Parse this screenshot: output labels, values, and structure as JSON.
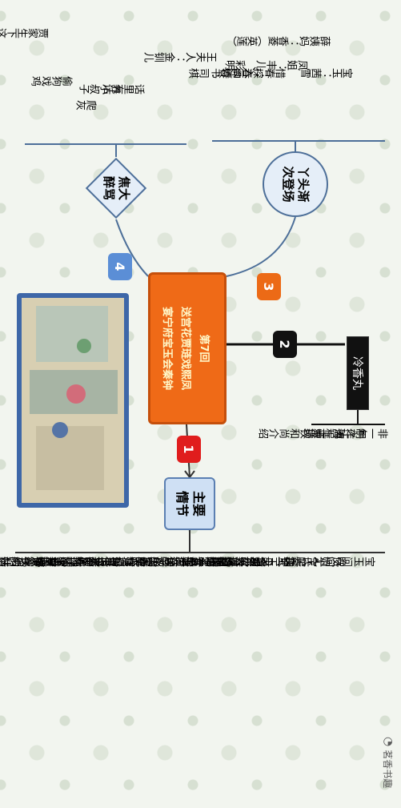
{
  "center": {
    "line1": "第7回",
    "line2": "送宫花贾琏戏熙凤",
    "line3": "宴宁府宝玉会秦钟"
  },
  "badges": [
    "1",
    "2",
    "3",
    "4"
  ],
  "main_node": {
    "line1": "主要",
    "line2": "情节"
  },
  "plot_items": [
    "周瑞家到梨香院，找王夫人回话",
    "周瑞家与宝钗闲话",
    "宝钗谈“冷香丸”",
    "薛姨妈借着周瑞家送宫花给姑娘们",
    "周瑞家路遇自己的女儿",
    "女婿冷子兴吃官司，求周瑞家帮忙",
    "周瑞家最后送花黛玉，黛玉不快，说风凉话",
    "次日凤姐带宝玉去宁国府",
    "宝玉遇见秦可卿之弟秦钟",
    "宝、钟一见如故，相约共学",
    "晚间尤氏秦钟，引焦大醉骂",
    "宝玉问凤姐“爬灰”之意，遭训喝"
  ],
  "lxw": {
    "title": "冷香丸",
    "items": [
      "宝钗和尚介绍",
      "海上方",
      "制作流程烦琐",
      "非一年之功"
    ]
  },
  "circle": {
    "line1": "丫头渐",
    "line2": "次登场"
  },
  "circle_items": [
    "王夫人：金钏儿",
    "迎春：司棋",
    "探春：侍书",
    "惜春：入画",
    "凤姐：丰儿、彩明",
    "薛姨妈：香菱（英莲）",
    "宝玉：茜雪"
  ],
  "diamond": {
    "line1": "焦大",
    "line2": "醉骂"
  },
  "diamond_items": [
    "贾家生下这些畜牲",
    "偷狗戏鸡",
    "爬灰",
    "养小叔子",
    "话里有话"
  ],
  "watermark": "茗香书趣",
  "colors": {
    "center": "#ef6a17",
    "badge1": "#e01d1d",
    "badge2": "#111111",
    "badge3": "#ec6a16",
    "badge4": "#5b8ed6",
    "border": "#4d6f99"
  }
}
